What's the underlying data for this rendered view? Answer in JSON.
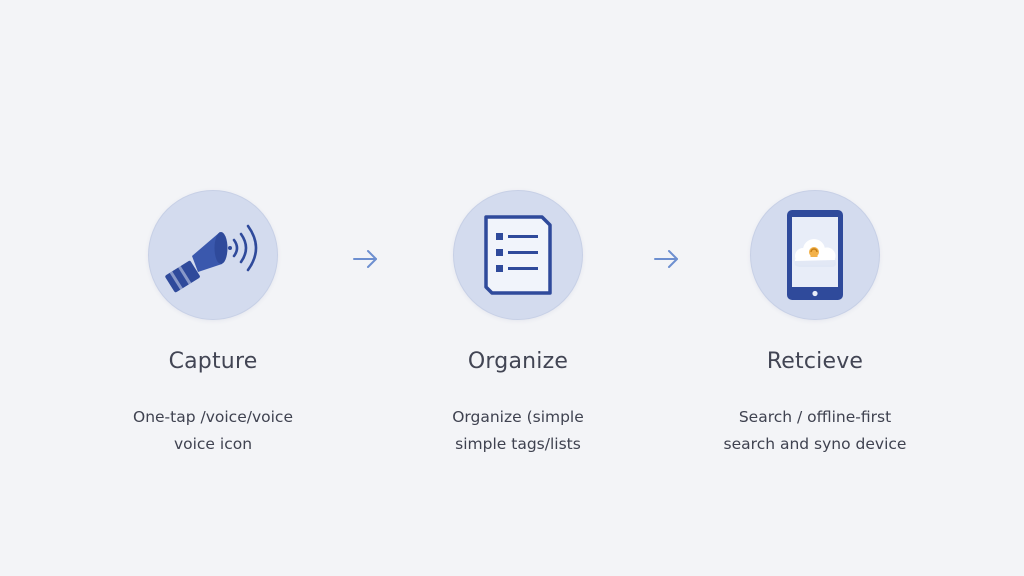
{
  "steps": [
    {
      "icon": "megaphone-voice-icon",
      "title": "Capture",
      "desc_line1": "One-tap /voice/voice",
      "desc_line2": "voice icon"
    },
    {
      "icon": "checklist-document-icon",
      "title": "Organize",
      "desc_line1": "Organize (simple",
      "desc_line2": "simple tags/lists"
    },
    {
      "icon": "phone-cloud-sync-icon",
      "title": "Retcieve",
      "desc_line1": "Search / offline-first",
      "desc_line2": "search and syno device"
    }
  ],
  "colors": {
    "background": "#f3f4f7",
    "circle_fill": "#d3dbee",
    "icon_primary": "#2f4a9b",
    "arrow": "#6d8fd0",
    "cloud_accent": "#f3b24a",
    "text": "#3e4150"
  }
}
